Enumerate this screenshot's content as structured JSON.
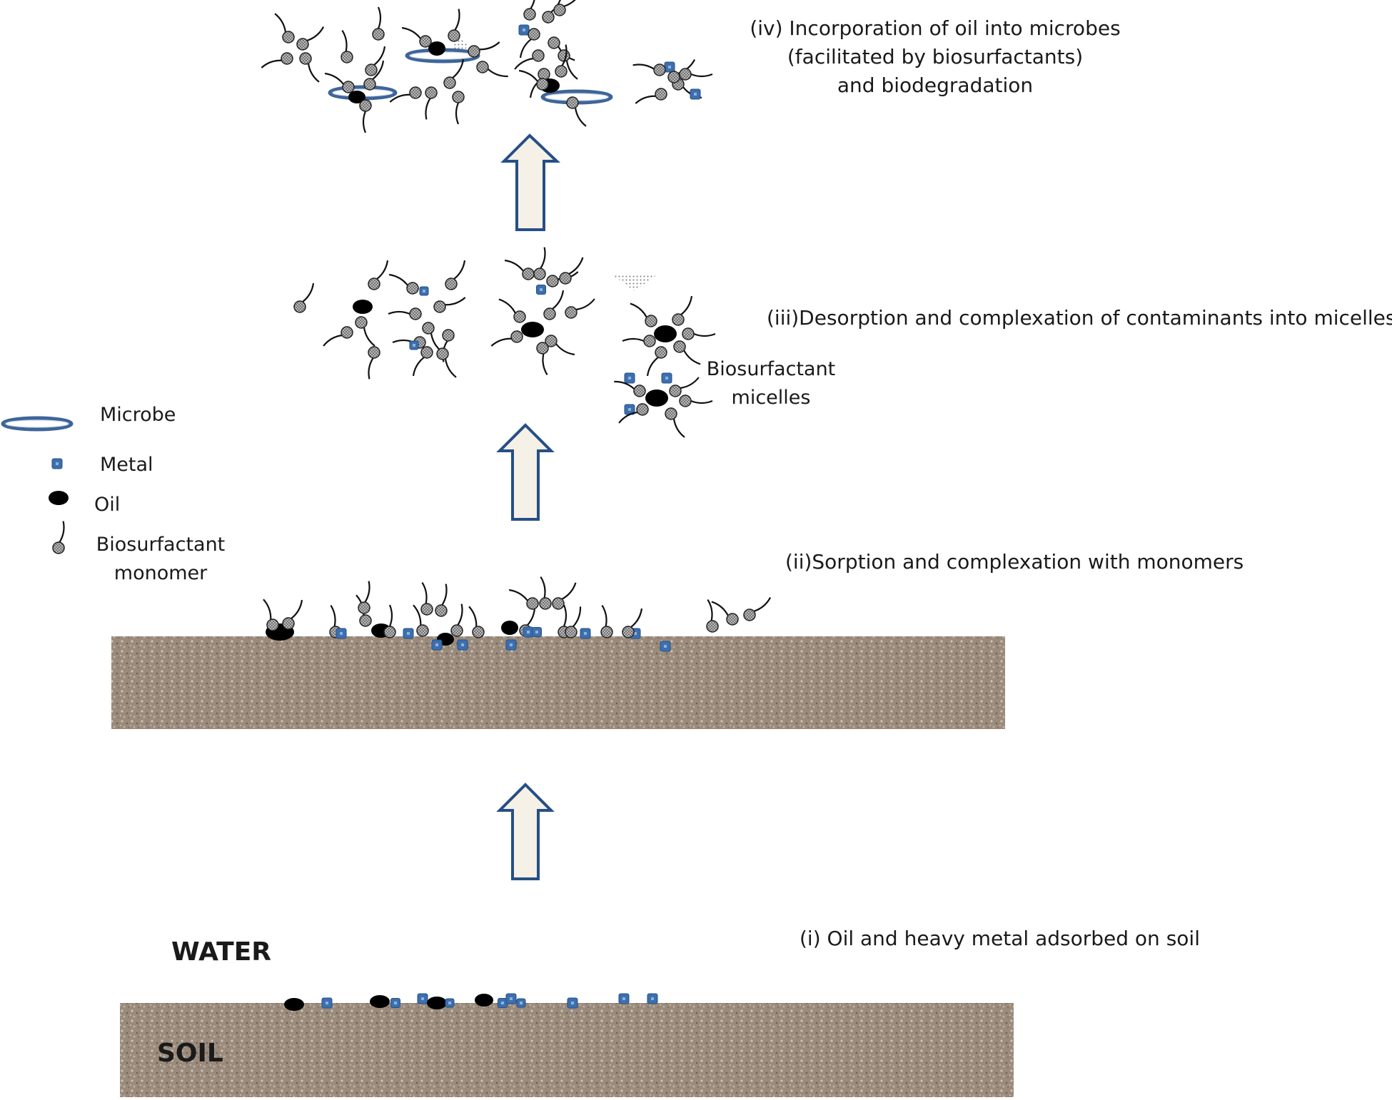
{
  "stages": {
    "iv": [
      "(iv) Incorporation of oil into microbes",
      "(facilitated by biosurfactants)",
      "and biodegradation"
    ],
    "iii": "(iii)Desorption and complexation of contaminants into micelles",
    "ii": "(ii)Sorption and complexation with monomers",
    "i": "(i) Oil and heavy metal adsorbed on soil"
  },
  "micelle_label": [
    "Biosurfactant",
    "micelles"
  ],
  "legend": {
    "microbe": "Microbe",
    "metal": "Metal",
    "oil": "Oil",
    "monomer": [
      "Biosurfactant",
      "monomer"
    ]
  },
  "water_label": "WATER",
  "soil_label": "SOIL",
  "colors": {
    "soil": "#9a8b7c",
    "metal": "#3d6fae",
    "microbe_ring": "#3e6599",
    "arrow_fill": "#f5f1e6",
    "arrow_stroke": "#264f86",
    "oil": "#000000"
  }
}
